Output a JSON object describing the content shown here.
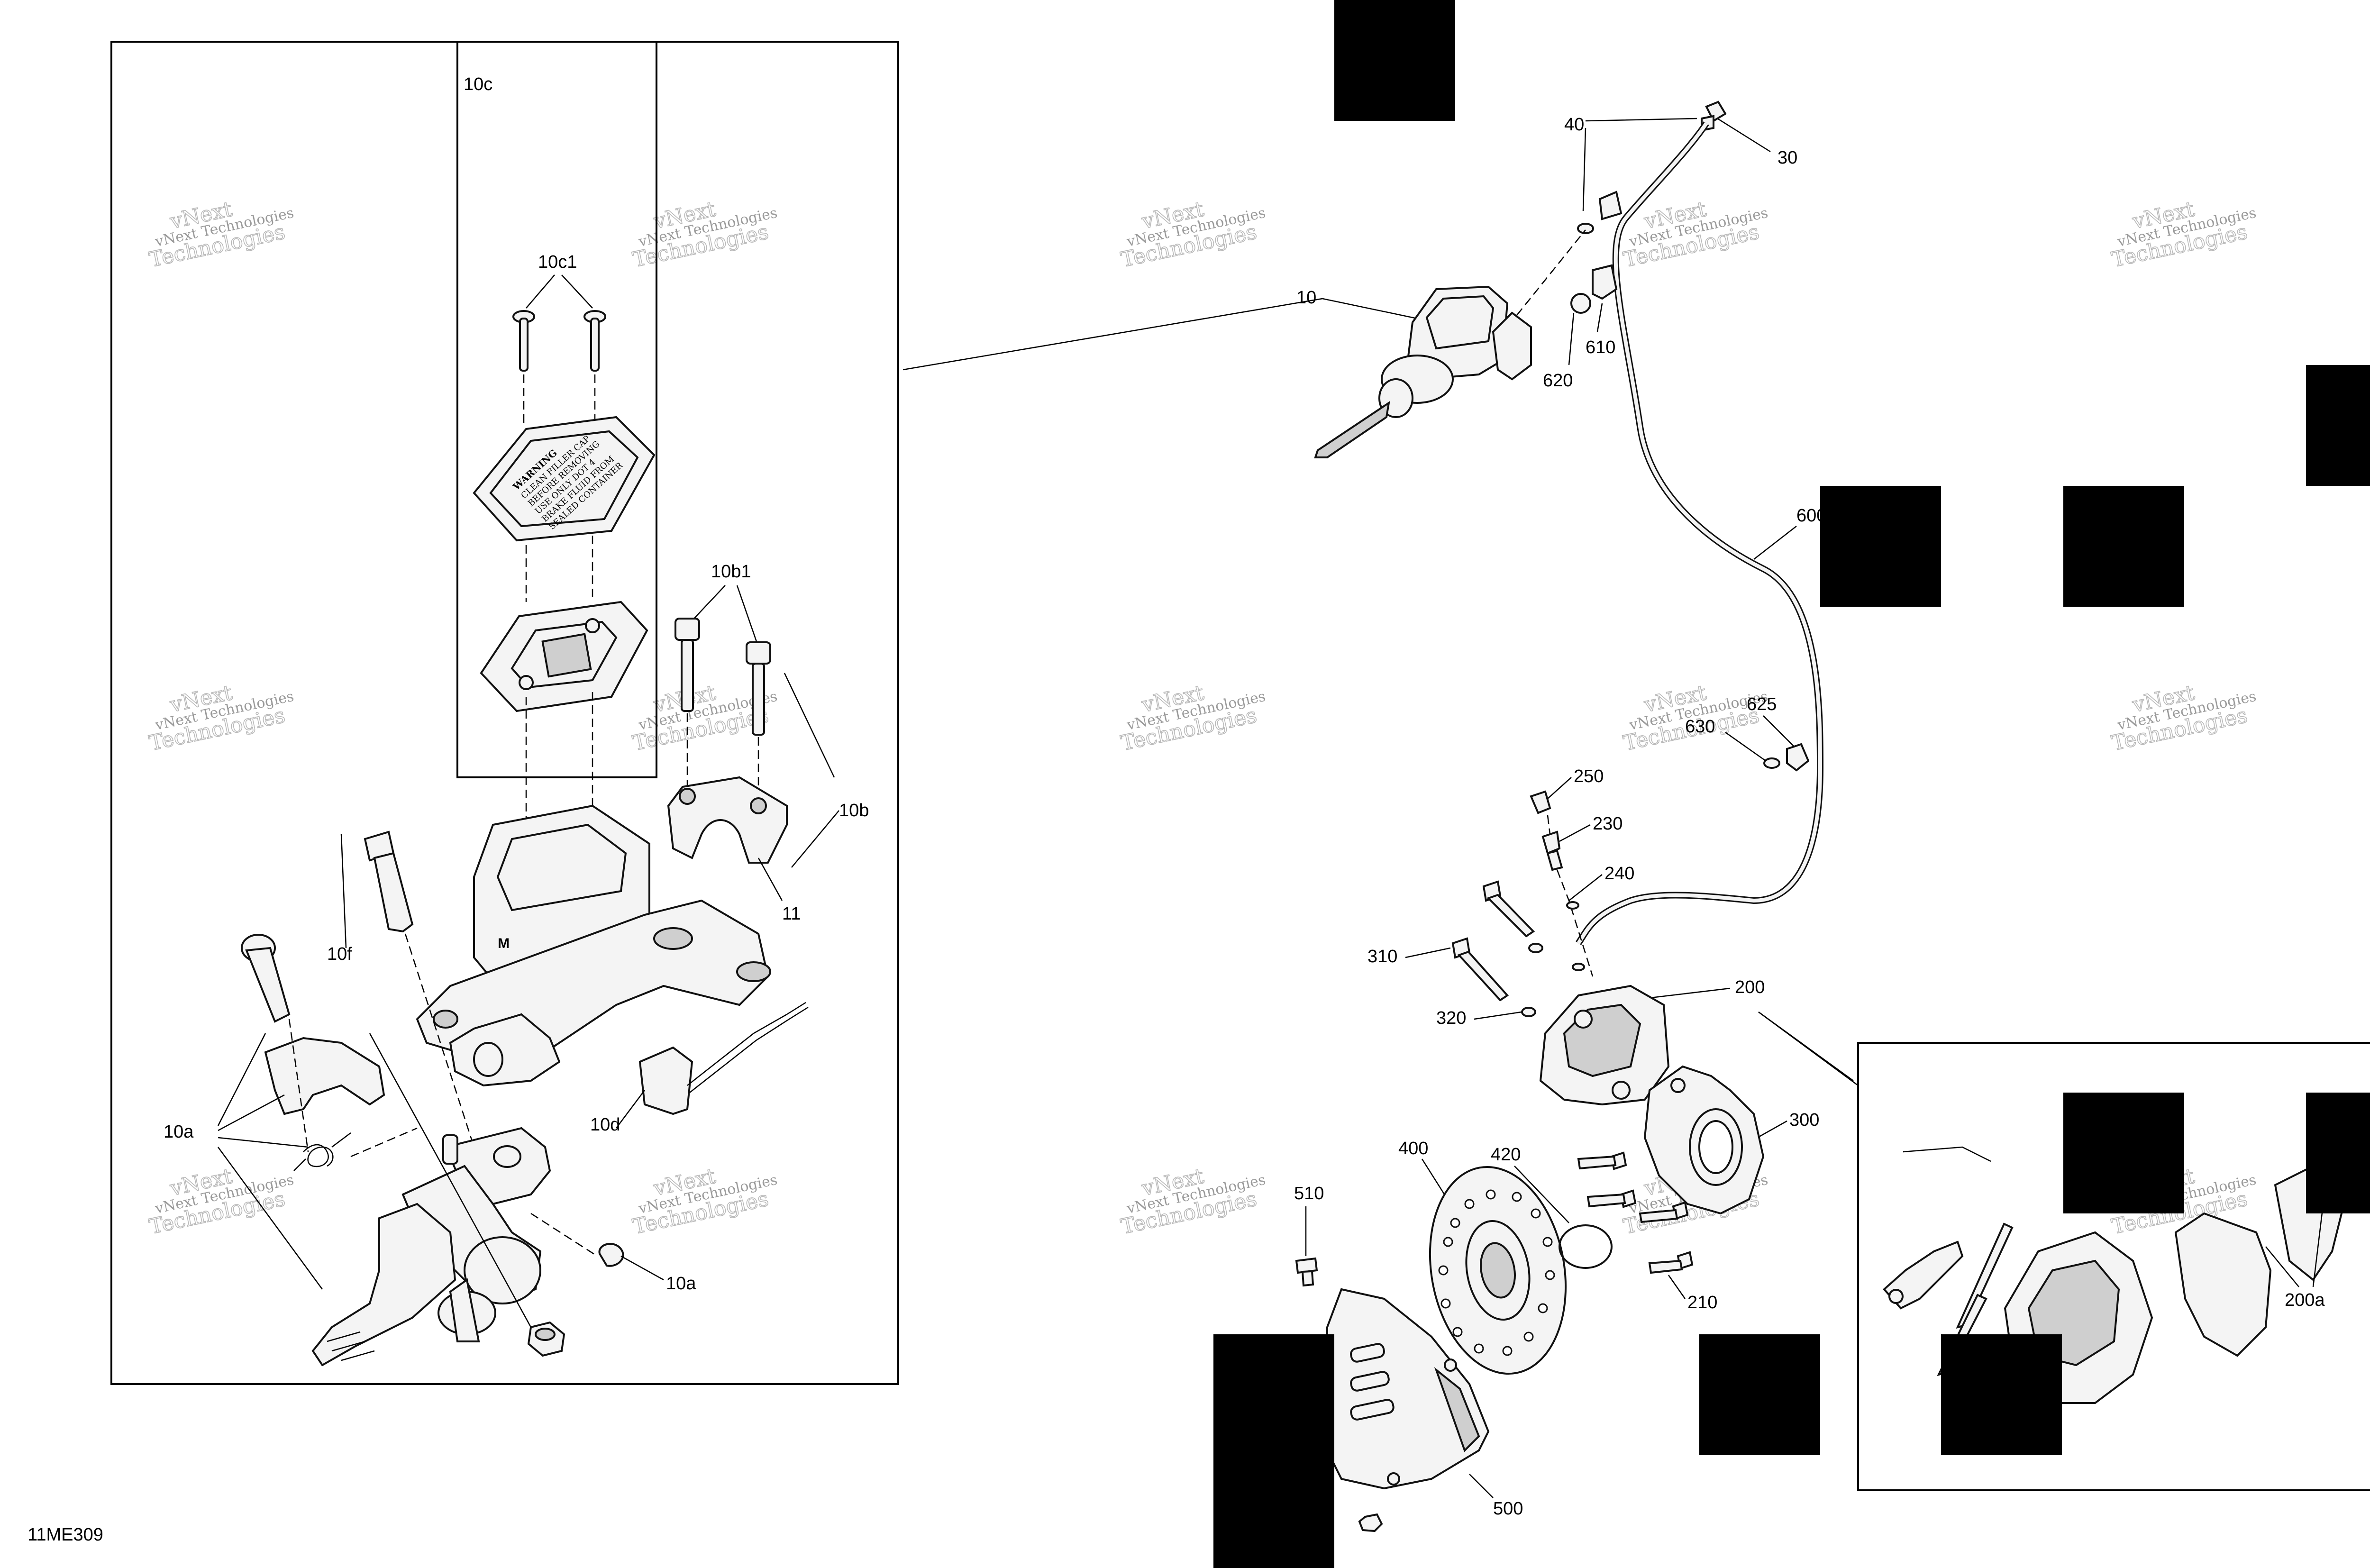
{
  "diagram_code": "11ME309",
  "watermark": [
    "vNext Technologies",
    "vNext",
    "Technologies"
  ],
  "detail_panel": {
    "box_10c_label": "10c",
    "callouts": [
      "10c1",
      "10b1",
      "10b",
      "11",
      "10f",
      "10a",
      "10d",
      "10a"
    ]
  },
  "main_callouts": [
    "10",
    "40",
    "30",
    "610",
    "620",
    "600",
    "625",
    "630",
    "250",
    "230",
    "240",
    "310",
    "320",
    "200",
    "300",
    "400",
    "420",
    "510",
    "210",
    "500"
  ],
  "inset_callouts": [
    "200a"
  ],
  "reservoir_cap_text": [
    "WARNING",
    "CLEAN FILLER CAP",
    "BEFORE REMOVING",
    "USE ONLY DOT 4",
    "BRAKE FLUID FROM",
    "SEALED CONTAINER"
  ],
  "icons": [
    "master-cylinder",
    "brake-hose",
    "caliper",
    "brake-disc",
    "disc-guard",
    "banjo-bolt",
    "bleeder",
    "cap-screw",
    "washer"
  ]
}
